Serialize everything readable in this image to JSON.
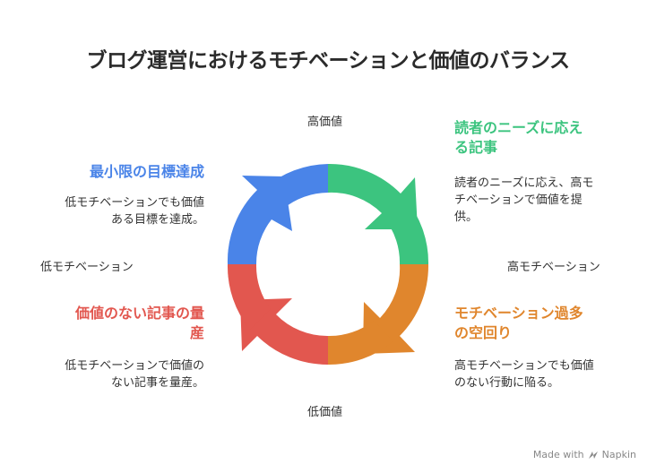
{
  "title": "ブログ運営におけるモチベーションと価値のバランス",
  "axes": {
    "top": "高価値",
    "bottom": "低価値",
    "left": "低モチベーション",
    "right": "高モチベーション"
  },
  "quadrants": {
    "top_left": {
      "title": "最小限の目標達成",
      "desc_lines": [
        "低モチベーションでも価値",
        "ある目標を達成。"
      ],
      "color": "#4a84e8"
    },
    "top_right": {
      "title_lines": [
        "読者のニーズに応え",
        "る記事"
      ],
      "desc_lines": [
        "読者のニーズに応え、高モ",
        "チベーションで価値を提",
        "供。"
      ],
      "color": "#3cc47f"
    },
    "bottom_left": {
      "title_lines": [
        "価値のない記事の量",
        "産"
      ],
      "desc_lines": [
        "低モチベーションで価値の",
        "ない記事を量産。"
      ],
      "color": "#e2574f"
    },
    "bottom_right": {
      "title_lines": [
        "モチベーション過多",
        "の空回り"
      ],
      "desc_lines": [
        "高モチベーションでも価値",
        "のない行動に陥る。"
      ],
      "color": "#e0862d"
    }
  },
  "footer": {
    "text": "Made with",
    "brand": "Napkin",
    "icon": "napkin-logo-icon"
  }
}
